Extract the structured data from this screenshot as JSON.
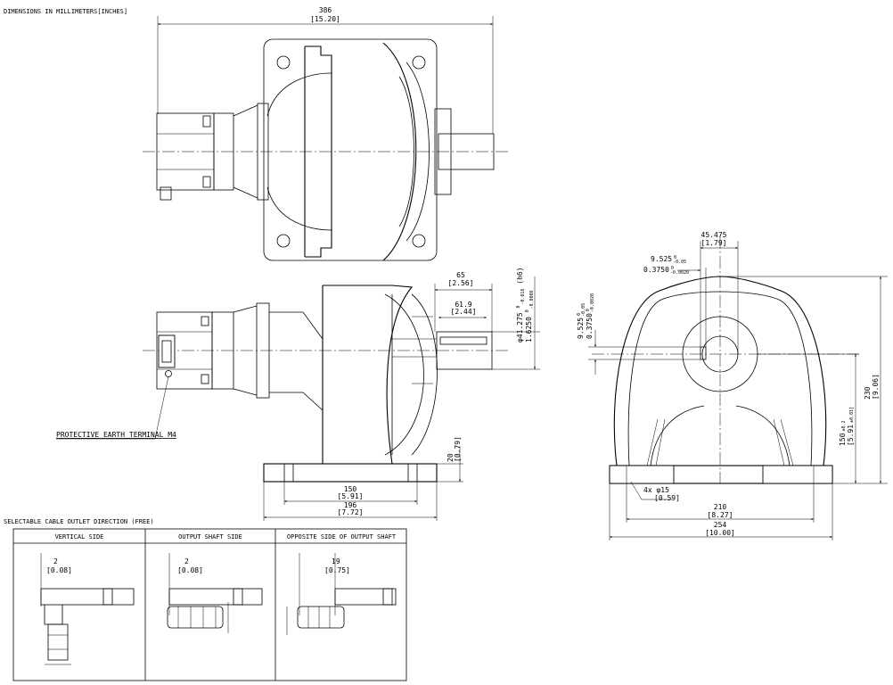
{
  "header": {
    "title": "DIMENSIONS IN MILLIMETERS[INCHES]"
  },
  "top_view": {
    "overall_length": "386",
    "overall_length_in": "[15.20]"
  },
  "side_view": {
    "shaft_len": "65",
    "shaft_len_in": "[2.56]",
    "key_len": "61.9",
    "key_len_in": "[2.44]",
    "shaft_dia": "φ41.275",
    "shaft_dia_tol": "0",
    "shaft_dia_tol2": "-0.016",
    "shaft_dia_fit": "(h6)",
    "shaft_dia_in": "1.6250",
    "shaft_dia_in_tol": "0",
    "shaft_dia_in_tol2": "-0.0006",
    "base_thk": "20",
    "base_thk_in": "[0.79]",
    "bolt_span": "150",
    "bolt_span_in": "[5.91]",
    "base_len": "196",
    "base_len_in": "[7.72]",
    "earth_label": "PROTECTIVE EARTH TERMINAL M4"
  },
  "front_view": {
    "key_offset": "45.475",
    "key_offset_in": "[1.79]",
    "key_width": "9.525",
    "key_width_tol": "-0.05",
    "key_width_in": "0.3750",
    "key_width_in_tol": "-0.0020",
    "key_height": "9.525",
    "key_height_tol": "-0.05",
    "key_height_in": "0.3750",
    "key_height_in_tol": "-0.0020",
    "height": "230",
    "height_in": "[9.06]",
    "center_h": "150",
    "center_h_tol": "±0.2",
    "center_h_in": "[5.91",
    "center_h_in_tol": "±0.01]",
    "holes": "4x φ15",
    "holes_in": "[0.59]",
    "hole_span": "210",
    "hole_span_in": "[8.27]",
    "base_w": "254",
    "base_w_in": "[10.00]",
    "key_tol_zero": "0"
  },
  "cable_outlet": {
    "title": "SELECTABLE CABLE OUTLET DIRECTION (FREE)",
    "columns": [
      {
        "label": "VERTICAL SIDE",
        "dim": "2",
        "dim_in": "[0.08]"
      },
      {
        "label": "OUTPUT SHAFT SIDE",
        "dim": "2",
        "dim_in": "[0.08]"
      },
      {
        "label": "OPPOSITE SIDE OF OUTPUT SHAFT",
        "dim": "19",
        "dim_in": "[0.75]"
      }
    ]
  }
}
